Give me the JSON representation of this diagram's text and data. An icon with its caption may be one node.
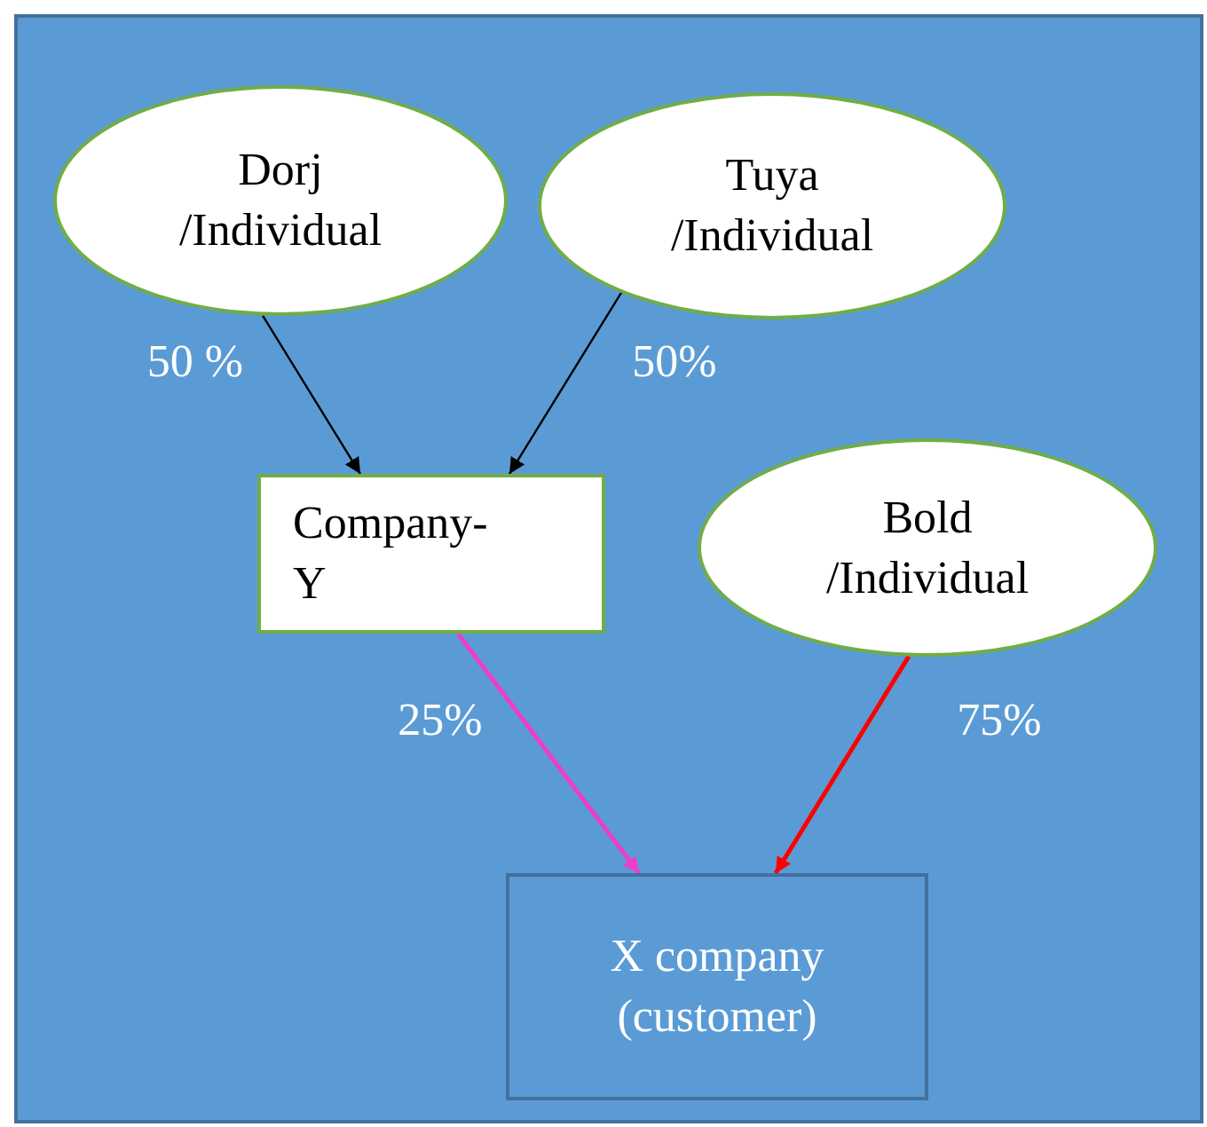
{
  "diagram": {
    "nodes": [
      {
        "text": [
          "Dorj /Individual"
        ]
      },
      {
        "text": [
          "Tuya /Individual"
        ]
      },
      {
        "text": [
          "Company- Y"
        ]
      },
      {
        "text": [
          "Bold /Individual"
        ]
      },
      {
        "text": [
          "X company (customer)"
        ]
      }
    ],
    "edges": [
      {
        "from": 0,
        "to": 2,
        "arrow": "to",
        "label": "50 %"
      },
      {
        "from": 1,
        "to": 2,
        "arrow": "to",
        "label": "50%"
      },
      {
        "from": 2,
        "to": 4,
        "arrow": "to",
        "label": "25%",
        "color": "#ee3dc9"
      },
      {
        "from": 3,
        "to": 4,
        "arrow": "to",
        "label": "75%",
        "color": "#ff0000"
      }
    ]
  }
}
